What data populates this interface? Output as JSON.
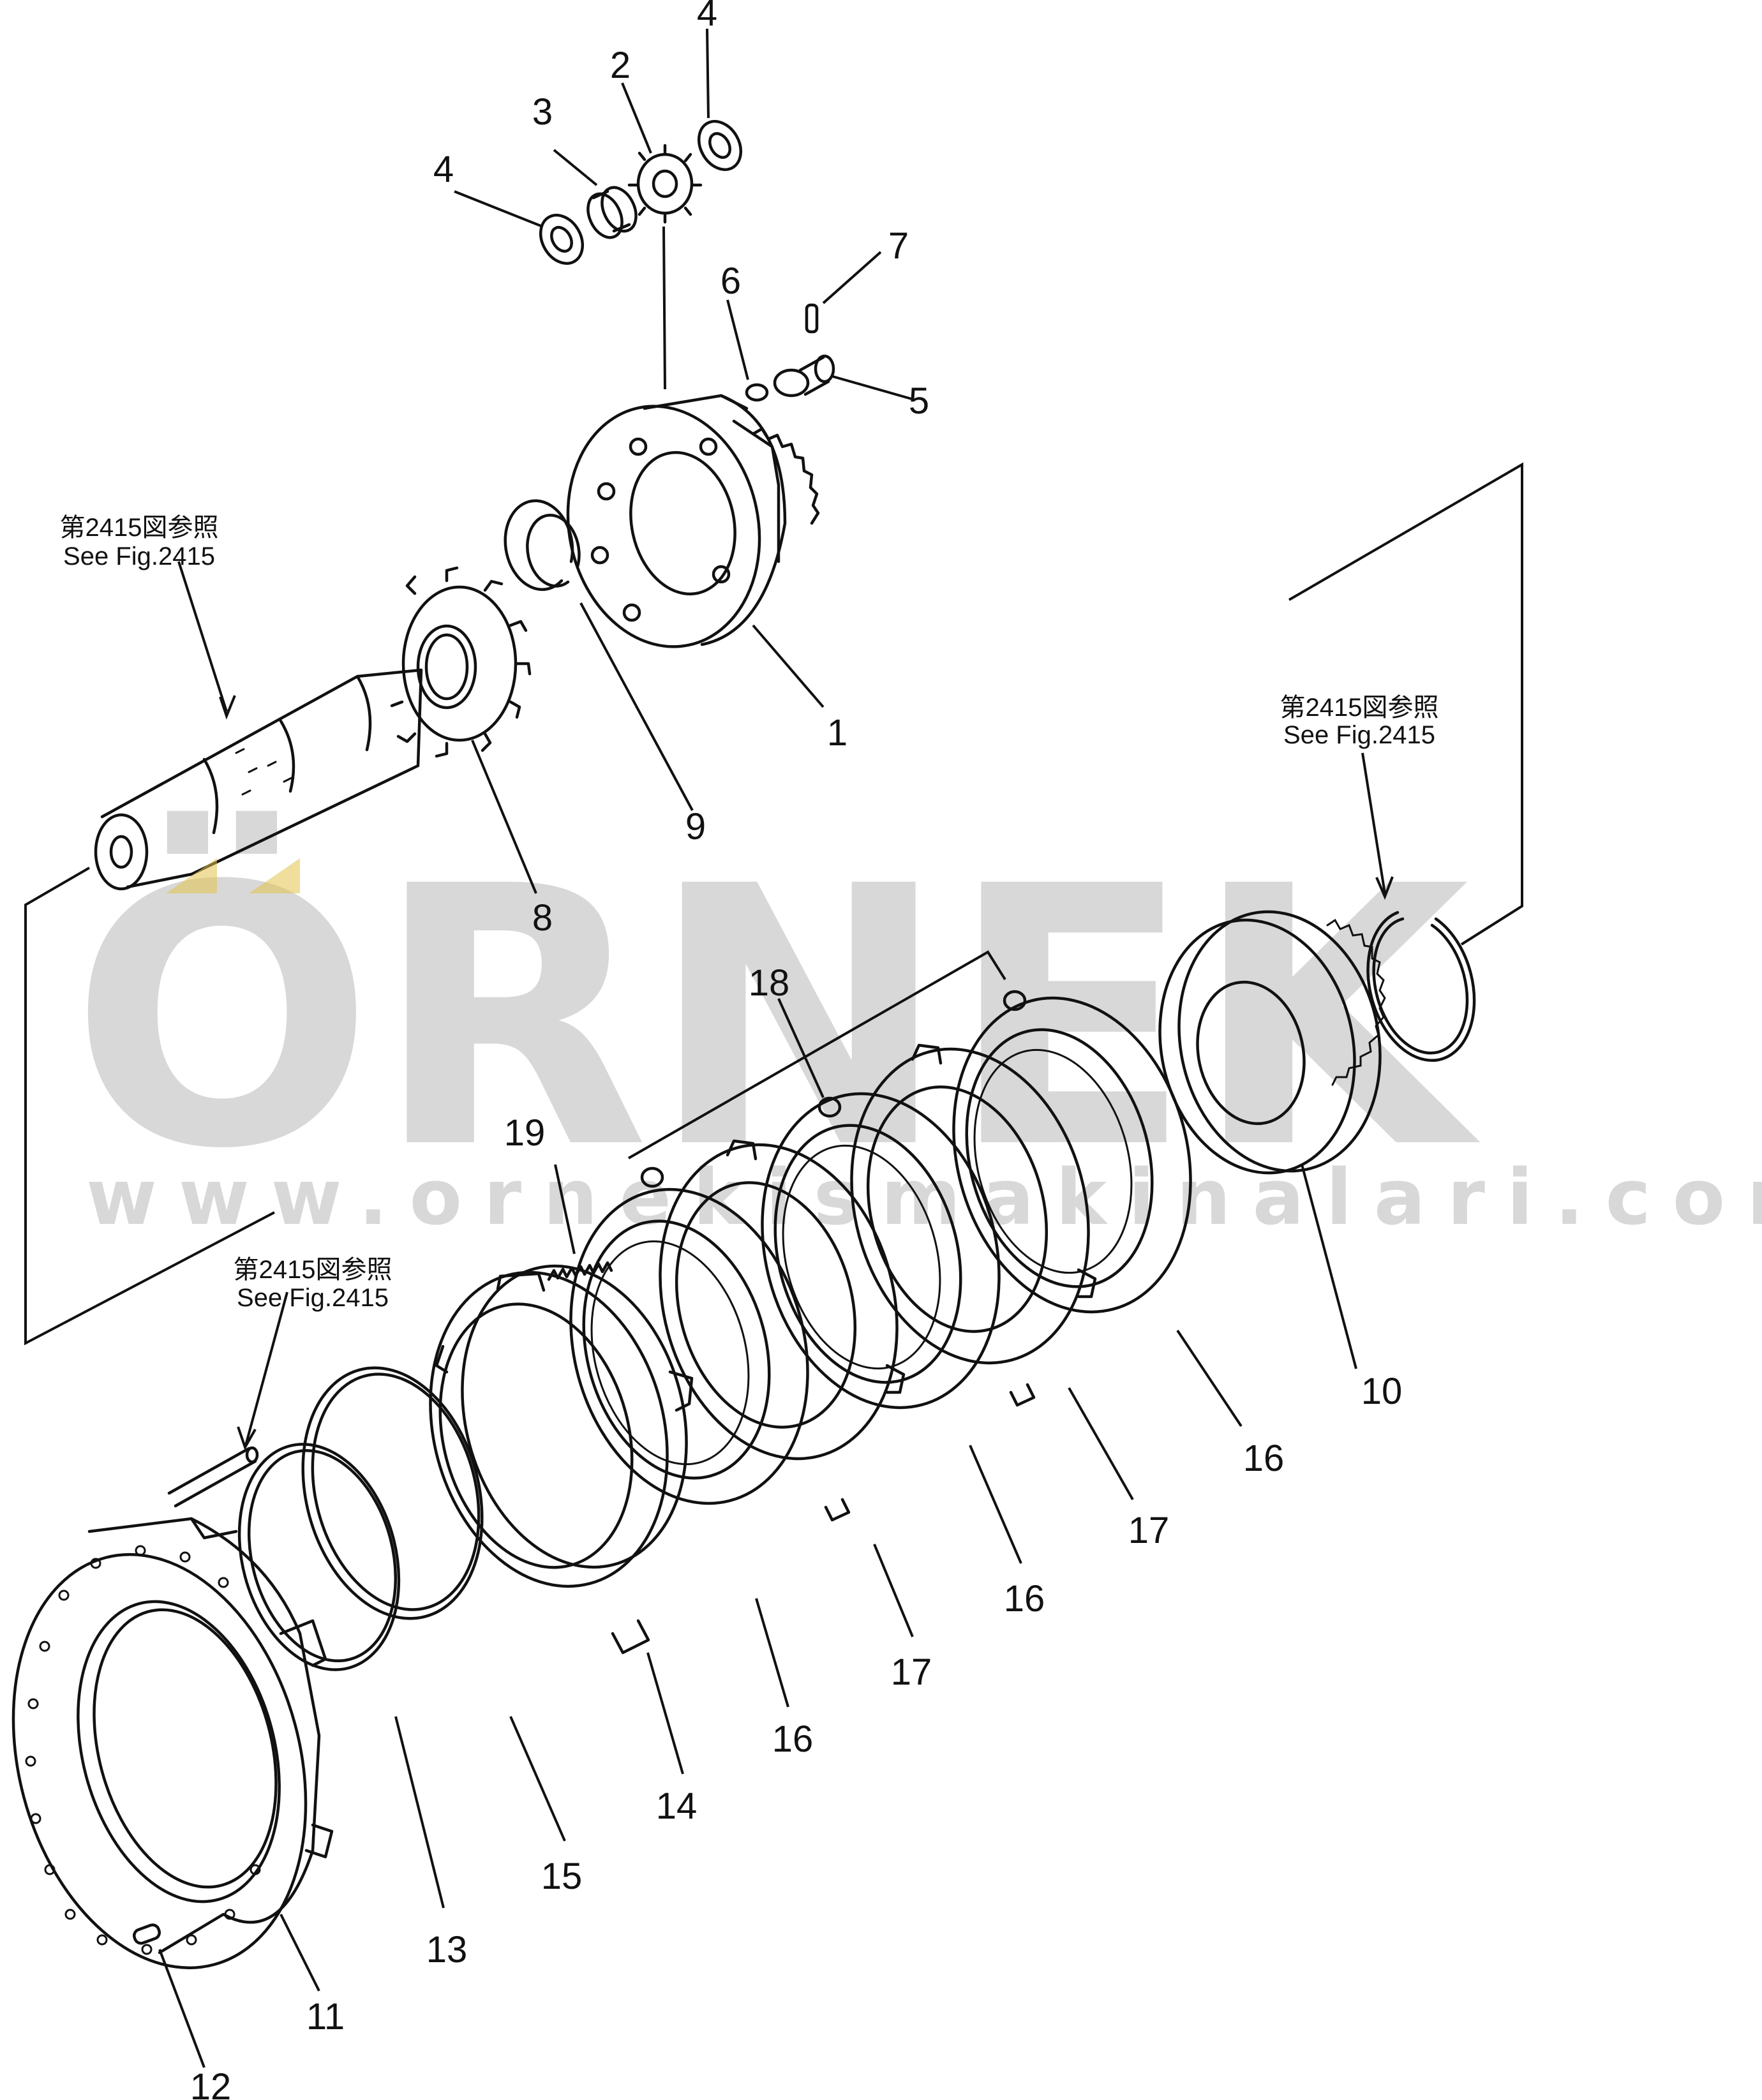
{
  "watermark": {
    "brand": "ÖRNEK",
    "url": "www.ornekismakinalari.com.tr",
    "accent_color": "#e2c24a"
  },
  "references": [
    {
      "jp": "第2415図参照",
      "en": "See Fig.2415"
    },
    {
      "jp": "第2415図参照",
      "en": "See Fig.2415"
    },
    {
      "jp": "第2415図参照",
      "en": "See Fig.2415"
    }
  ],
  "callouts": {
    "c1": "1",
    "c2": "2",
    "c3": "3",
    "c4a": "4",
    "c4b": "4",
    "c5": "5",
    "c6": "6",
    "c7": "7",
    "c8": "8",
    "c9": "9",
    "c10": "10",
    "c11": "11",
    "c12": "12",
    "c13": "13",
    "c14": "14",
    "c15": "15",
    "c16a": "16",
    "c16b": "16",
    "c16c": "16",
    "c17a": "17",
    "c17b": "17",
    "c18": "18",
    "c19": "19"
  }
}
